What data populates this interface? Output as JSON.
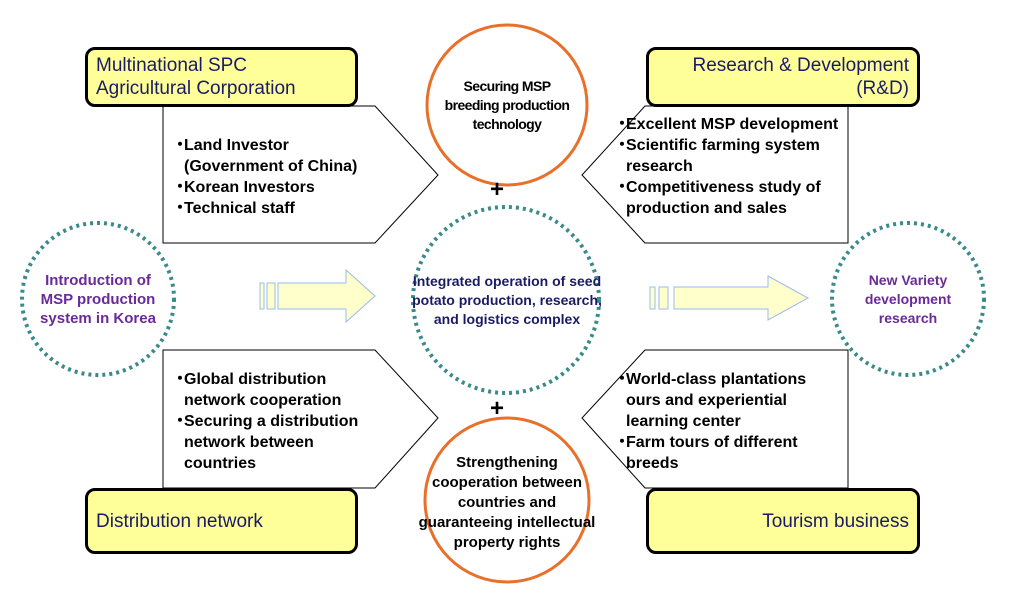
{
  "colors": {
    "title_box_fill": "#ffff99",
    "title_text": "#1a1a66",
    "orange_circle": "#e8702a",
    "dotted_circle": "#3a8a8a",
    "purple_text": "#6a2a9a",
    "navy_text": "#1a1a66",
    "arrow_fill": "#ffffcc",
    "arrow_stroke": "#99bbee"
  },
  "quadrants": {
    "top_left": {
      "title_lines": [
        "Multinational SPC",
        "Agricultural Corporation"
      ],
      "bullets": [
        "Land Investor (Government of China)",
        "Korean Investors",
        "Technical staff"
      ]
    },
    "top_right": {
      "title_lines": [
        "Research & Development",
        "(R&D)"
      ],
      "bullets": [
        "Excellent MSP development",
        "Scientific farming system research",
        "Competitiveness study of production and sales"
      ]
    },
    "bottom_left": {
      "title_lines": [
        "Distribution network"
      ],
      "bullets": [
        "Global distribution network cooperation",
        "Securing a distribution network between countries"
      ]
    },
    "bottom_right": {
      "title_lines": [
        "Tourism business"
      ],
      "bullets": [
        "World-class plantations ours and experiential learning center",
        "Farm tours of different breeds"
      ]
    }
  },
  "circles": {
    "top": "Securing MSP breeding production technology",
    "center": "Integrated operation of seed potato production, research, and logistics complex",
    "bottom": "Strengthening cooperation between countries and guaranteeing intellectual property rights",
    "left": "Introduction of MSP production system in Korea",
    "right": "New Variety development research"
  },
  "connectors": {
    "plus_symbol": "+"
  },
  "bullet_glyph": "・"
}
